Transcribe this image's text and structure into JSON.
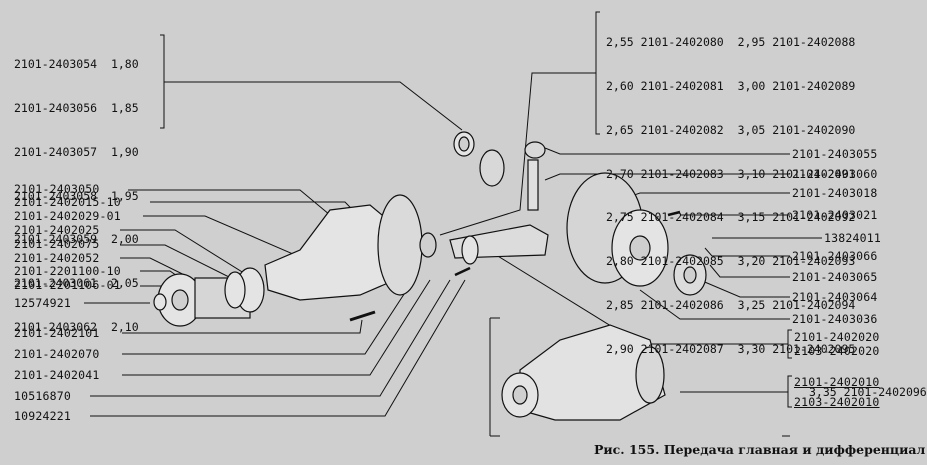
{
  "caption": "Рис. 155. Передача главная и дифференциал",
  "shim_table": {
    "rows": [
      {
        "part": "2101-2403054",
        "size": "1,80"
      },
      {
        "part": "2101-2403056",
        "size": "1,85"
      },
      {
        "part": "2101-2403057",
        "size": "1,90"
      },
      {
        "part": "2101-2403058",
        "size": "1,95"
      },
      {
        "part": "2101-2403059",
        "size": "2,00"
      },
      {
        "part": "2101-2403061",
        "size": "2,05"
      },
      {
        "part": "2101-2403062",
        "size": "2,10"
      }
    ]
  },
  "ratio_table": {
    "rows": [
      {
        "r1": "2,55",
        "p1": "2101-2402080",
        "r2": "2,95",
        "p2": "2101-2402088"
      },
      {
        "r1": "2,60",
        "p1": "2101-2402081",
        "r2": "3,00",
        "p2": "2101-2402089"
      },
      {
        "r1": "2,65",
        "p1": "2101-2402082",
        "r2": "3,05",
        "p2": "2101-2402090"
      },
      {
        "r1": "2,70",
        "p1": "2101-2402083",
        "r2": "3,10",
        "p2": "2101-2402091"
      },
      {
        "r1": "2,75",
        "p1": "2101-2402084",
        "r2": "3,15",
        "p2": "2101-2402092"
      },
      {
        "r1": "2,80",
        "p1": "2101-2402085",
        "r2": "3,20",
        "p2": "2101-2402093"
      },
      {
        "r1": "2,85",
        "p1": "2101-2402086",
        "r2": "3,25",
        "p2": "2101-2402094"
      },
      {
        "r1": "2,90",
        "p1": "2101-2402087",
        "r2": "3,30",
        "p2": "2101-2402095"
      },
      {
        "r1": "",
        "p1": "",
        "r2": "3,35",
        "p2": "2101-2402096"
      }
    ]
  },
  "left_labels": [
    "2101-2403050",
    "2101-2402015-10",
    "2101-2402029-01",
    "2101-2402025",
    "2101-2402075",
    "2101-2402052",
    "2101-2201100-10",
    "2101-2201106-01",
    "12574921",
    "2101-2402101",
    "2101-2402070",
    "2101-2402041",
    "10516870",
    "10924221"
  ],
  "right_labels": [
    "2101-2403055",
    "2101-2403060",
    "2101-2403018",
    "2101-2403021",
    "13824011",
    "2101-2403066",
    "2101-2403065",
    "2101-2403064",
    "2101-2403036"
  ],
  "assembly_labels": {
    "a1": "2101-2402020",
    "a2": "2103-2402020",
    "b1": "2101-2402010",
    "b2": "2103-2402010"
  }
}
